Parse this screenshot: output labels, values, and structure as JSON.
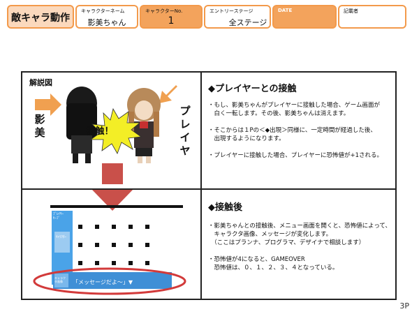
{
  "header": {
    "title": "敵キャラ動作",
    "name_label": "キャラクターネーム",
    "name_value": "影美ちゃん",
    "no_label": "キャラクターNo.",
    "no_value": "1",
    "stage_label": "エントリーステージ",
    "stage_value": "全ステージ",
    "date_label": "DATE",
    "date_value": "",
    "author_label": "記載者",
    "author_value": ""
  },
  "diagram": {
    "title": "解説図",
    "left_label": "影美",
    "right_label": "プレイヤ",
    "burst_text": "接触！"
  },
  "section1": {
    "heading": "◆プレイヤーとの接触",
    "bullets": [
      "・もし、影美ちゃんがプレイヤーに接触した場合、ゲーム画面が",
      "　白く一転します。その後、影美ちゃんは消えます。",
      "・そこからは１Pの＜◆出現＞同様に、一定時間が経過した後、",
      "　出現するようになります。",
      "・プレイヤーに接触した場合、プレイヤーに恐怖値が+1される。"
    ]
  },
  "section2": {
    "heading": "◆接触後",
    "bullets": [
      "・影美ちゃんとの接触後、メニュー画面を開くと、恐怖値によって、",
      "　キャラクタ画像、メッセージが変化します。",
      "　（ここはプランナ、プログラマ、デザイナで相談します）",
      "・恐怖値が4になると、GAMEOVER",
      "　恐怖値は、０、１、２、３、４となっている。"
    ]
  },
  "mock_screen": {
    "sidebar_text1": "ﾌﾟﾚｲﾔｰ\nｾｰﾌﾞ",
    "sidebar_text2": "ｷｬﾗｸﾀｰ",
    "message_text": "「メッセージだよ～」▼",
    "char_label": "キャラクタ画像"
  },
  "page_number": "3P",
  "colors": {
    "accent_orange": "#f39a4b",
    "header_orange_fill": "#f3a35c",
    "arrow_orange": "#f0a050",
    "arrow_red": "#c9504a",
    "ellipse_red": "#d23a3a",
    "burst_yellow": "#f3ee26",
    "menu_blue": "#4aa3e8"
  }
}
